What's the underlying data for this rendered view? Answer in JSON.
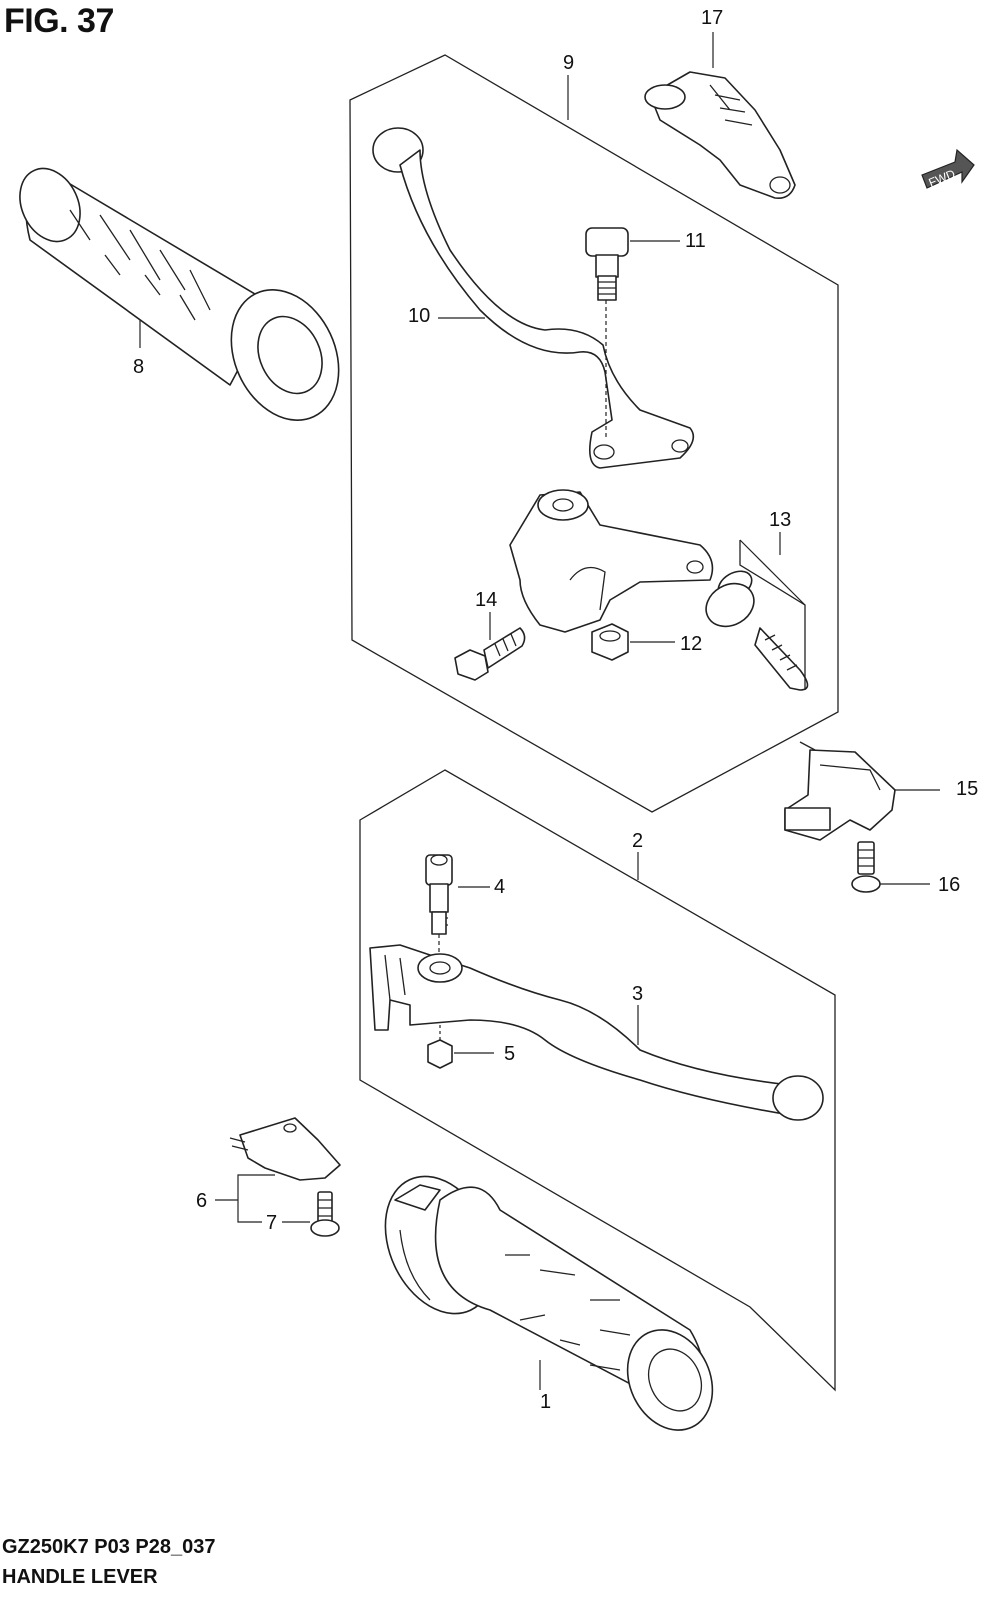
{
  "figure": {
    "title": "FIG. 37",
    "code": "GZ250K7 P03 P28_037",
    "name": "HANDLE LEVER"
  },
  "direction_badge": "FWD",
  "callouts": [
    "1",
    "2",
    "3",
    "4",
    "5",
    "6",
    "7",
    "8",
    "9",
    "10",
    "11",
    "12",
    "13",
    "14",
    "15",
    "16",
    "17"
  ]
}
